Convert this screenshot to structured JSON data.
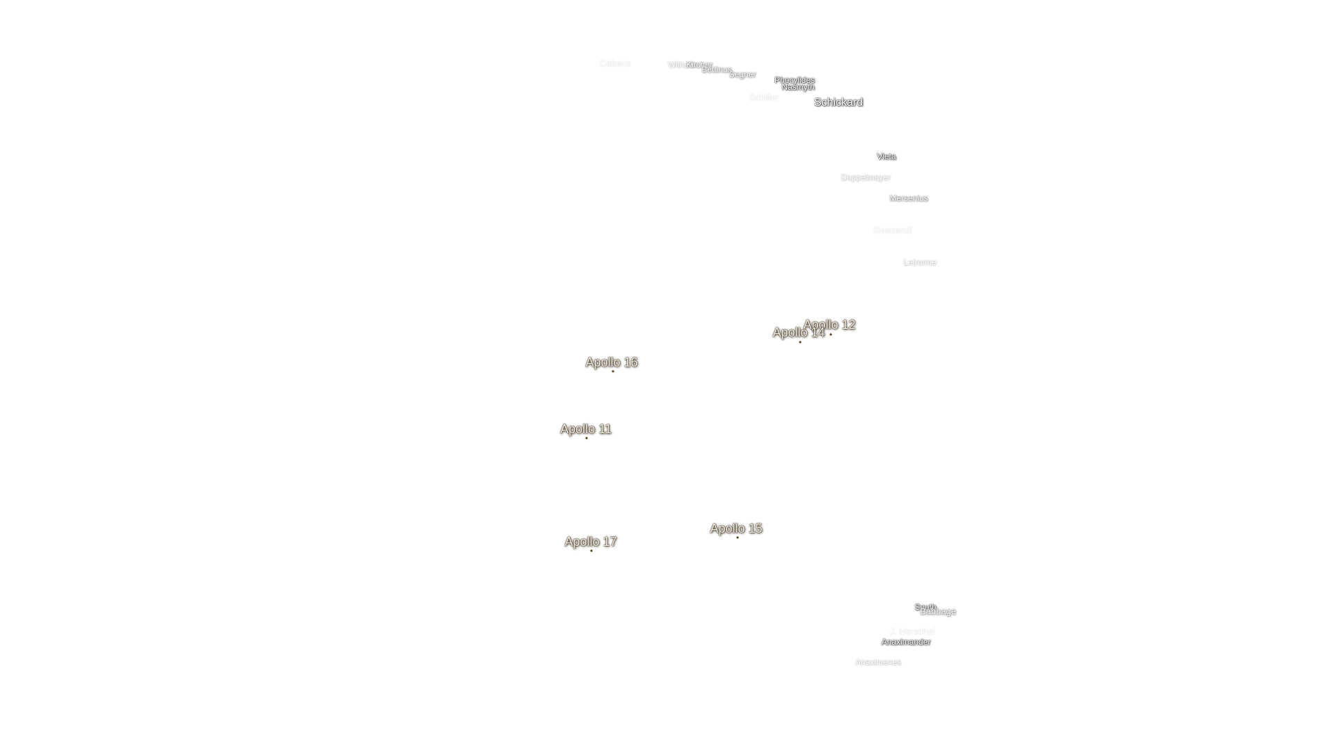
{
  "features": [
    {
      "id": "cabeus",
      "name": "Cabeus",
      "tier": "d"
    },
    {
      "id": "wilhelm",
      "name": "Wilhelm",
      "tier": "c"
    },
    {
      "id": "kircher",
      "name": "Kircher",
      "tier": "b"
    },
    {
      "id": "bettinus",
      "name": "Bettinus",
      "tier": "b"
    },
    {
      "id": "segner",
      "name": "Segner",
      "tier": "b"
    },
    {
      "id": "phocylides",
      "name": "Phocylides",
      "tier": "a"
    },
    {
      "id": "nasmyth",
      "name": "Nasmyth",
      "tier": "a"
    },
    {
      "id": "schiller",
      "name": "Schiller",
      "tier": "d"
    },
    {
      "id": "schickard",
      "name": "Schickard",
      "tier": "a"
    },
    {
      "id": "vieta",
      "name": "Vieta",
      "tier": "a"
    },
    {
      "id": "doppelmayer",
      "name": "Doppelmayer",
      "tier": "c"
    },
    {
      "id": "mersenius",
      "name": "Mersenius",
      "tier": "b"
    },
    {
      "id": "gassendi",
      "name": "Gassendi",
      "tier": "d"
    },
    {
      "id": "letronne",
      "name": "Letronne",
      "tier": "c"
    },
    {
      "id": "south",
      "name": "South",
      "tier": "a"
    },
    {
      "id": "babbage",
      "name": "Babbage",
      "tier": "b"
    },
    {
      "id": "j-herschel",
      "name": "J. Herschel",
      "tier": "d"
    },
    {
      "id": "anaximander",
      "name": "Anaximander",
      "tier": "a"
    },
    {
      "id": "anaximenes",
      "name": "Anaximenes",
      "tier": "c"
    }
  ],
  "apollo_sites": [
    {
      "id": "apollo-12",
      "name": "Apollo 12"
    },
    {
      "id": "apollo-14",
      "name": "Apollo 14"
    },
    {
      "id": "apollo-16",
      "name": "Apollo 16"
    },
    {
      "id": "apollo-11",
      "name": "Apollo 11"
    },
    {
      "id": "apollo-15",
      "name": "Apollo 15"
    },
    {
      "id": "apollo-17",
      "name": "Apollo 17"
    }
  ]
}
